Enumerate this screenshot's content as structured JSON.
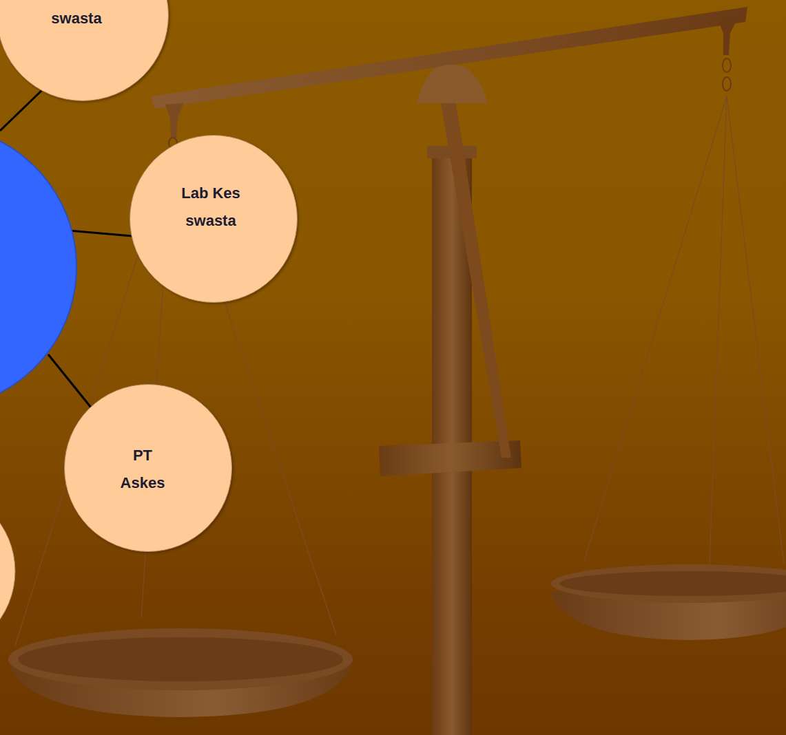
{
  "diagram": {
    "nodes": [
      {
        "text": [
          "swasta"
        ]
      },
      {
        "text": [
          "Lab Kes swasta"
        ]
      },
      {
        "text": [
          "PT Askes"
        ]
      }
    ]
  }
}
